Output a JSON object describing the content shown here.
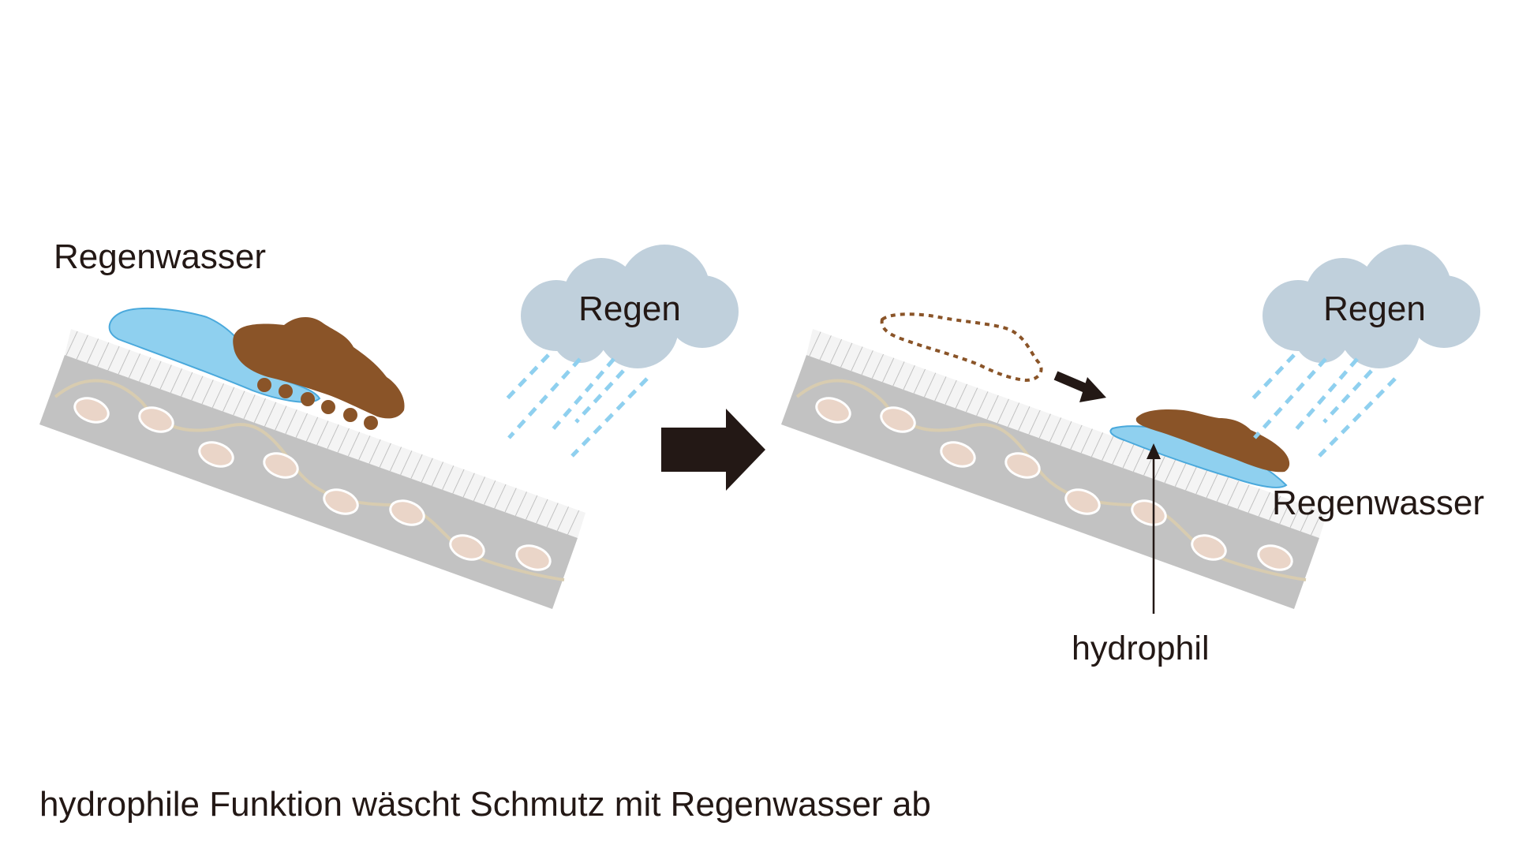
{
  "left_panel": {
    "water_label": "Regenwasser",
    "cloud_label": "Regen"
  },
  "right_panel": {
    "water_label": "Regenwasser",
    "cloud_label": "Regen",
    "surface_label": "hydrophil"
  },
  "caption": "hydrophile Funktion wäscht Schmutz mit Regenwasser ab",
  "colors": {
    "slab": "#c2c2c2",
    "coating_hatch": "#d9d9d9",
    "fiber": "#d8ccb0",
    "pebble": "#ead5c8",
    "water": "#8fd0ef",
    "water_edge": "#4aa9dc",
    "dirt": "#8a5428",
    "cloud": "#c0d0dc",
    "rain": "#8fd0ef",
    "ink": "#231815"
  }
}
